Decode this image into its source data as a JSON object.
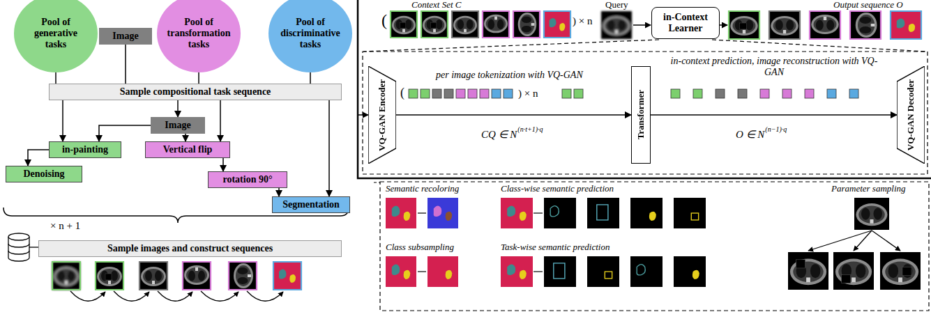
{
  "diagram": {
    "nodes": [
      {
        "text": [
          "Pool of generative tasks"
        ]
      },
      {
        "text": [
          "Image"
        ]
      },
      {
        "text": [
          "Pool of transformation tasks"
        ]
      },
      {
        "text": [
          "Pool of discriminative tasks"
        ]
      },
      {
        "text": [
          "Sample compositional task sequence"
        ]
      },
      {
        "text": [
          "Image"
        ]
      },
      {
        "text": [
          "in-painting"
        ]
      },
      {
        "text": [
          "Vertical flip"
        ]
      },
      {
        "text": [
          "Denoising"
        ]
      },
      {
        "text": [
          "rotation 90°"
        ]
      },
      {
        "text": [
          "Segmentation"
        ]
      },
      {
        "text": [
          "Sample images and construct sequences"
        ]
      },
      {
        "text": [
          "in-Context Learner"
        ]
      },
      {
        "text": [
          "VQ-GAN Encoder"
        ]
      },
      {
        "text": [
          "Transformer"
        ]
      },
      {
        "text": [
          "VQ-GAN Decoder"
        ]
      }
    ],
    "edges": [
      {
        "from": 0,
        "to": 4,
        "arrow": "none"
      },
      {
        "from": 1,
        "to": 4,
        "arrow": "none"
      },
      {
        "from": 2,
        "to": 4,
        "arrow": "none"
      },
      {
        "from": 3,
        "to": 4,
        "arrow": "none"
      },
      {
        "from": 4,
        "to": 5,
        "arrow": "to"
      },
      {
        "from": 4,
        "to": 6,
        "arrow": "to"
      },
      {
        "from": 4,
        "to": 7,
        "arrow": "to"
      },
      {
        "from": 4,
        "to": 10,
        "arrow": "to"
      },
      {
        "from": 5,
        "to": 6,
        "arrow": "to"
      },
      {
        "from": 5,
        "to": 7,
        "arrow": "to"
      },
      {
        "from": 6,
        "to": 8,
        "arrow": "to"
      },
      {
        "from": 7,
        "to": 9,
        "arrow": "to"
      },
      {
        "from": 9,
        "to": 10,
        "arrow": "to"
      },
      {
        "from": 13,
        "to": 14,
        "arrow": "to"
      },
      {
        "from": 14,
        "to": 15,
        "arrow": "to"
      }
    ],
    "labels": [
      "× n + 1",
      "Context Set C",
      "(",
      ") × n",
      "Query",
      "Output sequence O",
      "per image tokenization with VQ-GAN",
      "(",
      ") × n",
      "CQ ∈ N",
      "(n·t+1)·q",
      "in-context prediction, image reconstruction with VQ-GAN",
      "O ∈ N",
      "(n−1)·q",
      "Semantic recoloring",
      "Class-wise semantic prediction",
      "Parameter sampling",
      "Class subsampling",
      "Task-wise semantic prediction"
    ]
  }
}
